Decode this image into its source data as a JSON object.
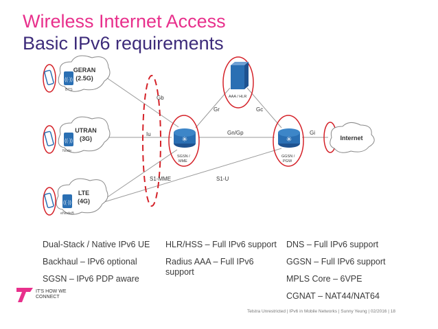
{
  "header": {
    "title": "Wireless Internet Access",
    "subtitle": "Basic IPv6 requirements"
  },
  "diagram": {
    "access_networks": [
      {
        "name": "GERAN",
        "gen": "(2.5G)",
        "site": "BTS"
      },
      {
        "name": "UTRAN",
        "gen": "(3G)",
        "site": "Node"
      },
      {
        "name": "LTE",
        "gen": "(4G)",
        "site": "eNodeB"
      }
    ],
    "nodes": {
      "sgsn": "SGSN /",
      "mme": "MME",
      "ggsn": "GGSN /",
      "pgw": "PGW",
      "aaa": "AAA / HLR",
      "internet": "Internet"
    },
    "interfaces": {
      "gb": "Gb",
      "iu": "Iu",
      "s1mme": "S1-MME",
      "gr": "Gr",
      "gc": "Gc",
      "gngp": "Gn/Gp",
      "s1u": "S1-U",
      "gi": "Gi"
    },
    "colors": {
      "highlight": "#d42027",
      "router": "#2a6fb3",
      "line": "#9a9a9a"
    }
  },
  "requirements": {
    "col1": [
      "Dual-Stack / Native IPv6 UE",
      "Backhaul – IPv6 optional",
      "SGSN – IPv6 PDP aware"
    ],
    "col2": [
      "HLR/HSS – Full IPv6 support",
      "Radius AAA – Full IPv6 support"
    ],
    "col3": [
      "DNS – Full IPv6 support",
      "GGSN – Full IPv6 support",
      "MPLS Core – 6VPE",
      "CGNAT – NAT44/NAT64"
    ]
  },
  "footer": {
    "logo_text": "IT'S HOW WE CONNECT",
    "text": "Telstra Unrestricted | IPv6 in Mobile Networks | Sunny Yeung | 02/2016 | 18"
  }
}
